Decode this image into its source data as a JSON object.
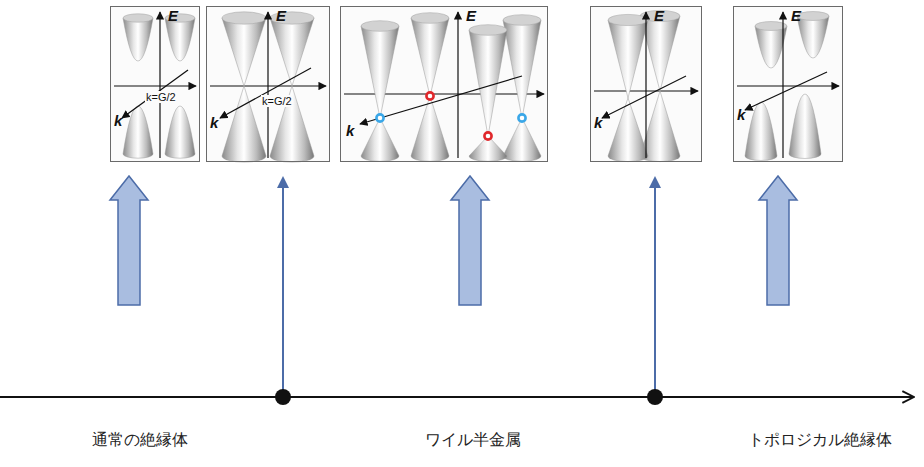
{
  "diagram": {
    "nodes": [
      {
        "text": [
          "E",
          "k",
          "k=G/2"
        ]
      },
      {
        "text": [
          "E",
          "k",
          "k=G/2"
        ]
      },
      {
        "text": [
          "E",
          "k"
        ]
      },
      {
        "text": [
          "E",
          "k"
        ]
      },
      {
        "text": [
          "E",
          "k"
        ]
      }
    ],
    "labels": [
      "通常の絶縁体",
      "ワイル半金属",
      "トポロジカル絶縁体"
    ]
  }
}
